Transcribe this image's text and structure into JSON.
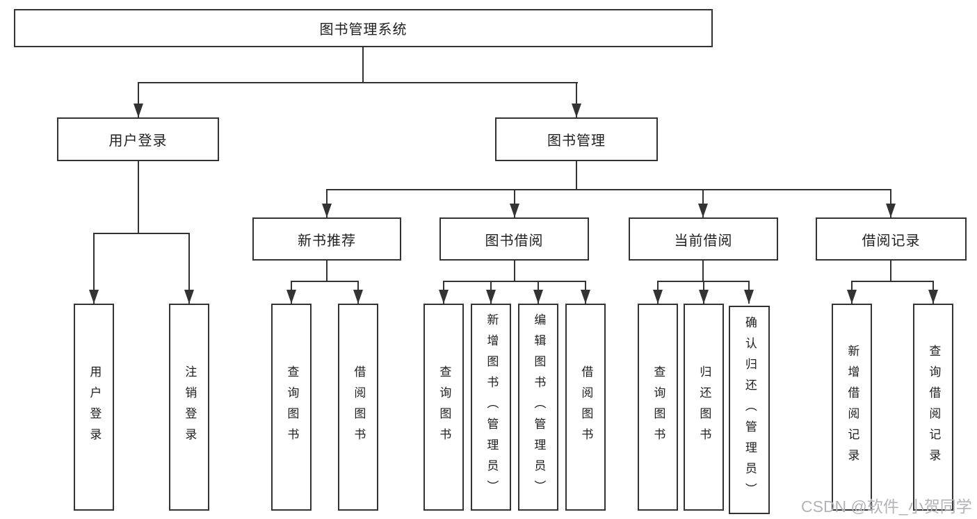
{
  "tree": {
    "label": "图书管理系统",
    "children": [
      {
        "label": "用户登录",
        "children": [
          {
            "label": "用户登录"
          },
          {
            "label": "注销登录"
          }
        ]
      },
      {
        "label": "图书管理",
        "children": [
          {
            "label": "新书推荐",
            "children": [
              {
                "label": "查询图书"
              },
              {
                "label": "借阅图书"
              }
            ]
          },
          {
            "label": "图书借阅",
            "children": [
              {
                "label": "查询图书"
              },
              {
                "label": "新增图书（管理员）"
              },
              {
                "label": "编辑图书（管理员）"
              },
              {
                "label": "借阅图书"
              }
            ]
          },
          {
            "label": "当前借阅",
            "children": [
              {
                "label": "查询图书"
              },
              {
                "label": "归还图书"
              },
              {
                "label": "确认归还（管理员）"
              }
            ]
          },
          {
            "label": "借阅记录",
            "children": [
              {
                "label": "新增借阅记录"
              },
              {
                "label": "查询借阅记录"
              }
            ]
          }
        ]
      }
    ]
  },
  "watermark": {
    "text": "CSDN @软件_小贺同学"
  },
  "colors": {
    "line": "#333333",
    "text": "#1f1f1f",
    "watermark": "#b2b2b8",
    "background": "#ffffff"
  }
}
